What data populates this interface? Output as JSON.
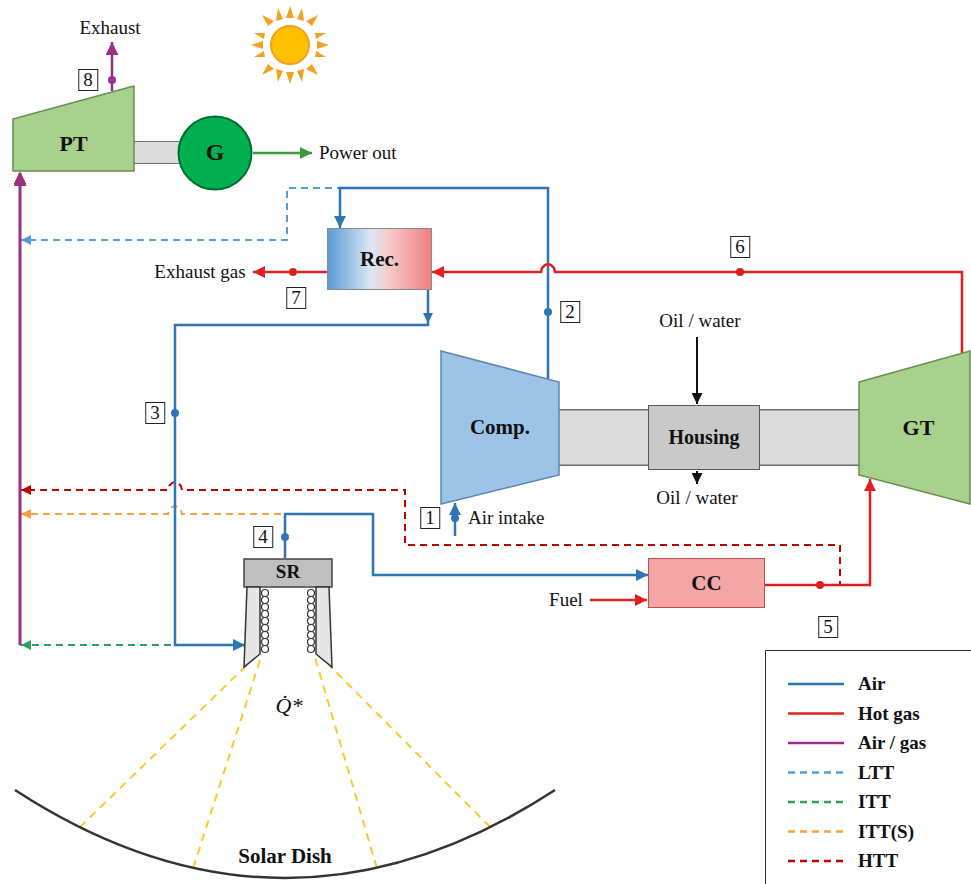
{
  "diagram": {
    "nodes": [
      {
        "text": [
          "PT"
        ]
      },
      {
        "text": [
          "G"
        ]
      },
      {
        "text": [
          "Rec."
        ]
      },
      {
        "text": [
          "Comp."
        ]
      },
      {
        "text": [
          "Housing"
        ]
      },
      {
        "text": [
          "GT"
        ]
      },
      {
        "text": [
          "SR"
        ]
      },
      {
        "text": [
          "CC"
        ]
      },
      {
        "text": [
          "Solar Dish"
        ]
      }
    ],
    "edges": [
      {
        "from": 0,
        "to": 1,
        "arrow": "none"
      },
      {
        "from": 3,
        "to": 4,
        "arrow": "none"
      },
      {
        "from": 4,
        "to": 5,
        "arrow": "none"
      },
      {
        "from": 3,
        "to": 2,
        "arrow": "to"
      },
      {
        "from": 5,
        "to": 2,
        "arrow": "to"
      },
      {
        "from": 2,
        "to": 6,
        "arrow": "to"
      },
      {
        "from": 6,
        "to": 7,
        "arrow": "to"
      },
      {
        "from": 7,
        "to": 5,
        "arrow": "to"
      },
      {
        "from": 3,
        "to": 0,
        "arrow": "to"
      },
      {
        "from": 2,
        "to": 0,
        "arrow": "to"
      },
      {
        "from": 6,
        "to": 0,
        "arrow": "to"
      },
      {
        "from": 7,
        "to": 0,
        "arrow": "to"
      },
      {
        "from": 8,
        "to": 6,
        "arrow": "none"
      }
    ],
    "labels": [
      "Exhaust",
      "8",
      "Power out",
      "6",
      "Exhaust gas",
      "7",
      "2",
      "Oil / water",
      "3",
      "1",
      "Air intake",
      "Oil / water",
      "4",
      "Fuel",
      "5",
      "Q̇*"
    ],
    "legend": [
      {
        "text": "Air"
      },
      {
        "text": "Hot gas"
      },
      {
        "text": "Air / gas"
      },
      {
        "text": "LTT"
      },
      {
        "text": "ITT"
      },
      {
        "text": "ITT(S)"
      },
      {
        "text": "HTT"
      }
    ]
  }
}
